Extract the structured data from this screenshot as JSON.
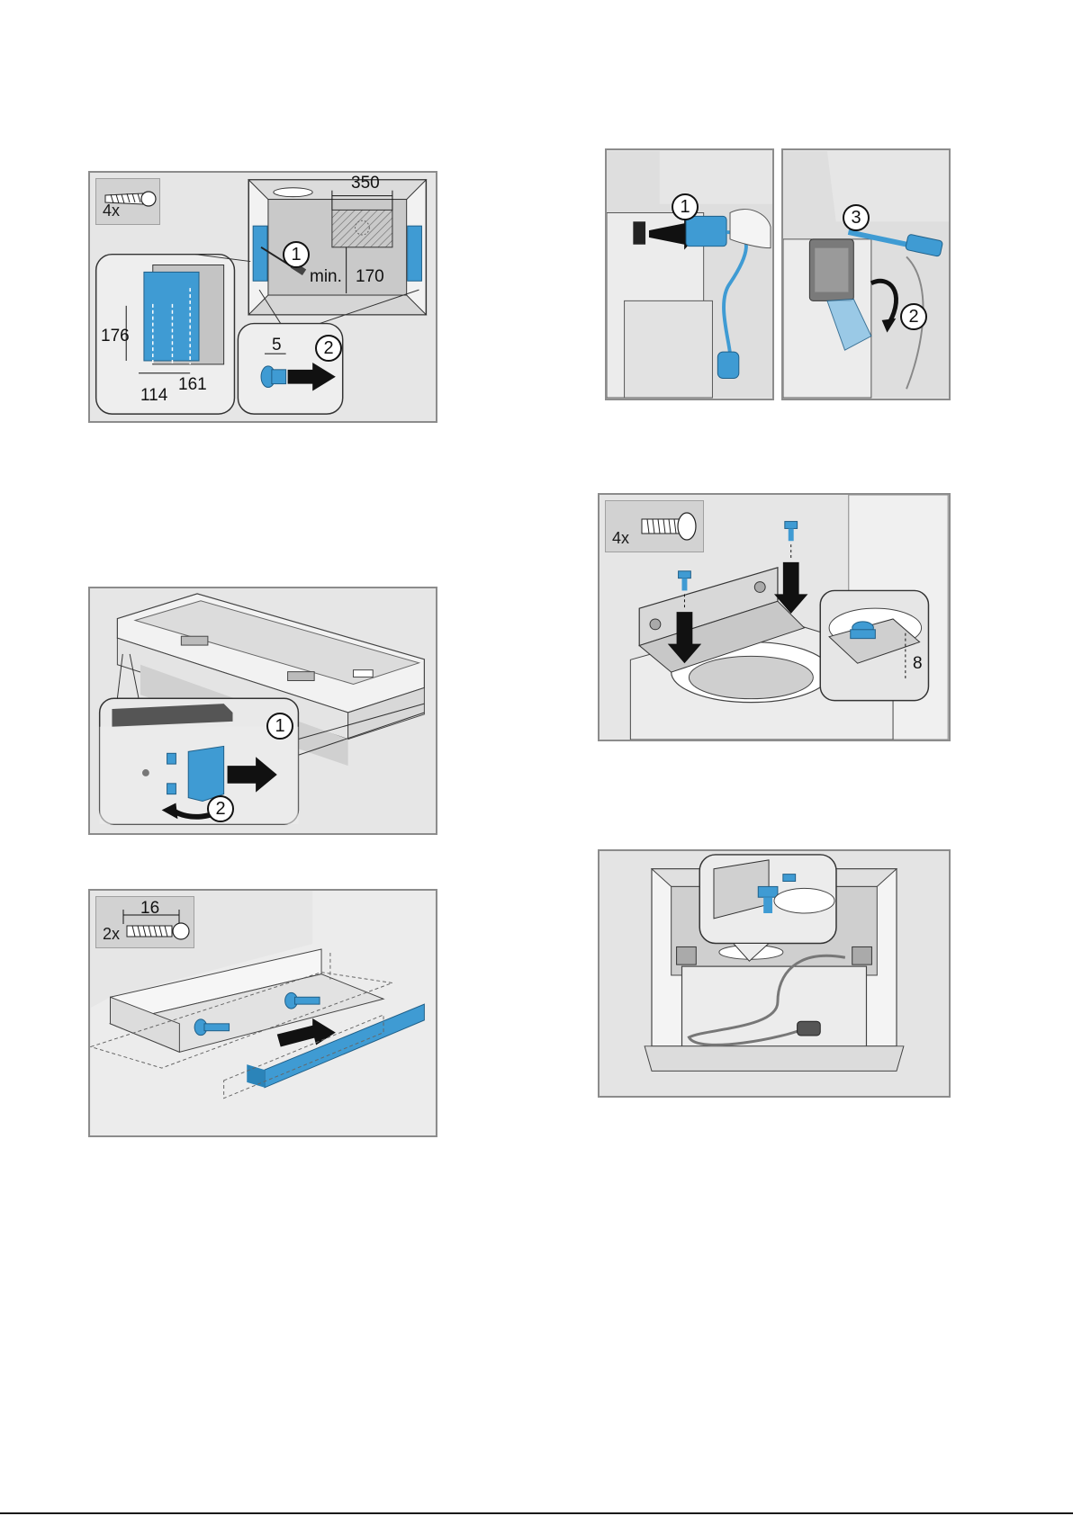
{
  "panel_wall_mount": {
    "screw_count": "4x",
    "dim_width": "350",
    "dim_height_prefix": "min.",
    "dim_height": "170",
    "dim_bracket_height": "176",
    "dim_bracket_a": "114",
    "dim_bracket_b": "161",
    "dim_depth": "5",
    "step1": "1",
    "step2": "2"
  },
  "panel_cable": {
    "step1": "1",
    "step2": "2",
    "step3": "3"
  },
  "panel_bracket_screws": {
    "screw_count": "4x",
    "dim_gap": "8"
  },
  "panel_hood_clip": {
    "step1": "1",
    "step2": "2"
  },
  "panel_trim_strip": {
    "screw_count": "2x",
    "screw_length": "16"
  },
  "colors": {
    "accent_blue": "#3f9bd3",
    "panel_bg": "#e6e6e6",
    "panel_border": "#8c8c8c"
  }
}
